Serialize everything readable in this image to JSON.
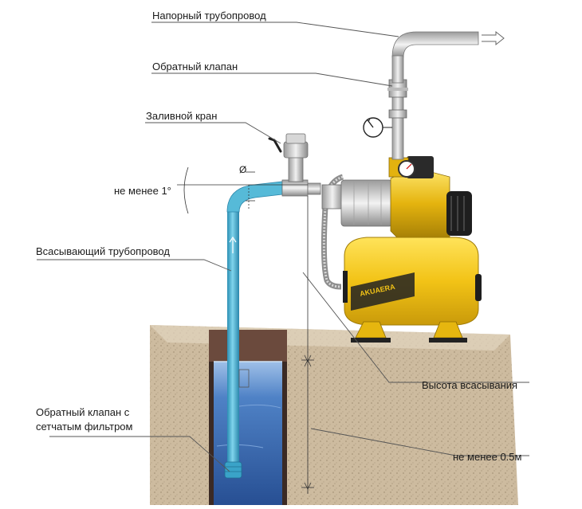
{
  "labels": {
    "discharge_pipe": "Напорный трубопровод",
    "check_valve_top": "Обратный клапан",
    "fill_valve": "Заливной кран",
    "min_slope": "не менее 1°",
    "diameter_symbol": "Ø",
    "suction_pipe": "Всасывающий трубопровод",
    "check_valve_filter_line1": "Обратный клапан с",
    "check_valve_filter_line2": "сетчатым фильтром",
    "suction_height": "Высота всасывания",
    "min_depth": "не менее 0.5м"
  },
  "brand": {
    "logo_text": "AKUAERA"
  },
  "colors": {
    "water": "#3d6fb5",
    "pipe": "#4fb7d6",
    "tank": "#f2c316",
    "ground": "#c9b79a",
    "well_top": "#5c3f34"
  },
  "icons": [
    "pressure-gauge-icon",
    "outflow-arrow-icon",
    "valve-handle-icon"
  ]
}
